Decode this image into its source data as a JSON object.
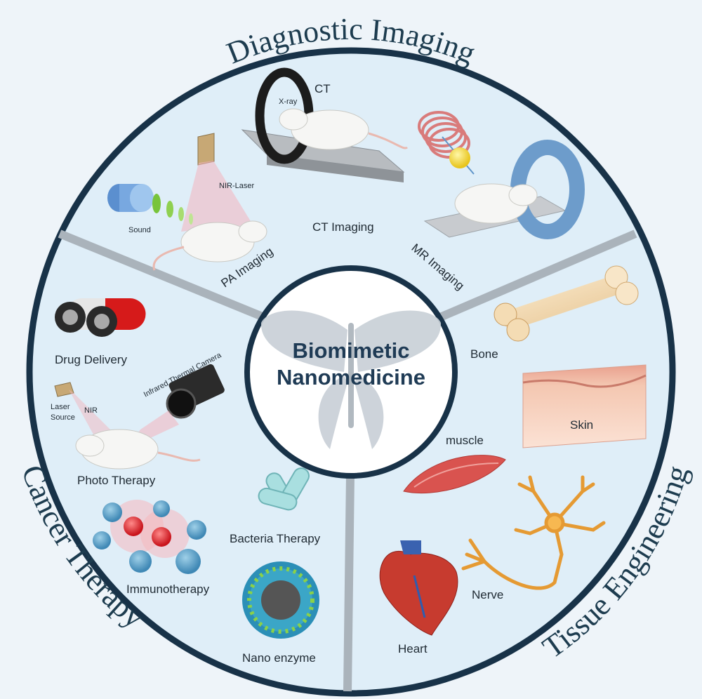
{
  "center": {
    "line1": "Biomimetic",
    "line2": "Nanomedicine"
  },
  "sections": {
    "top": "Diagnostic Imaging",
    "left": "Cancer Therapy",
    "right": "Tissue Engineering"
  },
  "imaging": {
    "ct_title": "CT",
    "xray": "X-ray",
    "nir_laser": "NIR-Laser",
    "sound": "Sound",
    "ct_imaging": "CT Imaging",
    "pa_imaging": "PA Imaging",
    "mr_imaging": "MR Imaging"
  },
  "cancer": {
    "drug_delivery": "Drug Delivery",
    "infrared_camera": "Infrared Thermal Camera",
    "laser": "Laser",
    "source": "Source",
    "nir": "NIR",
    "photo_therapy": "Photo Therapy",
    "bacteria_therapy": "Bacteria Therapy",
    "immunotherapy": "Immunotherapy",
    "nano_enzyme": "Nano enzyme"
  },
  "tissue": {
    "bone": "Bone",
    "skin": "Skin",
    "muscle": "muscle",
    "nerve": "Nerve",
    "heart": "Heart"
  }
}
